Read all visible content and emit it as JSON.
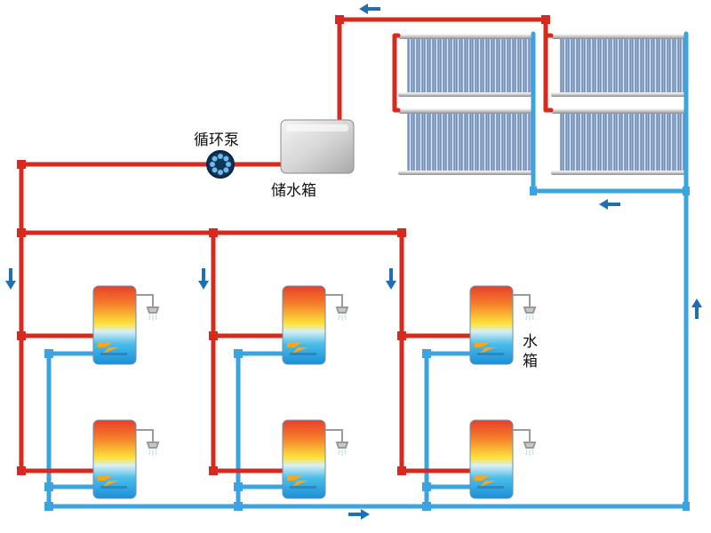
{
  "labels": {
    "pump": "循环泵",
    "storage_tank": "储水箱",
    "water_tank_line1": "水",
    "water_tank_line2": "箱"
  },
  "colors": {
    "hot_pipe": "#d62a1e",
    "cold_pipe": "#3aa3e0",
    "arrow": "#1f6fb6",
    "collector_tube": "#5a7fb2",
    "pump_body": "#0f3557"
  },
  "icons": {
    "pump": "pump-icon",
    "shower": "shower-icon",
    "flow_arrow": "arrow-icon"
  }
}
